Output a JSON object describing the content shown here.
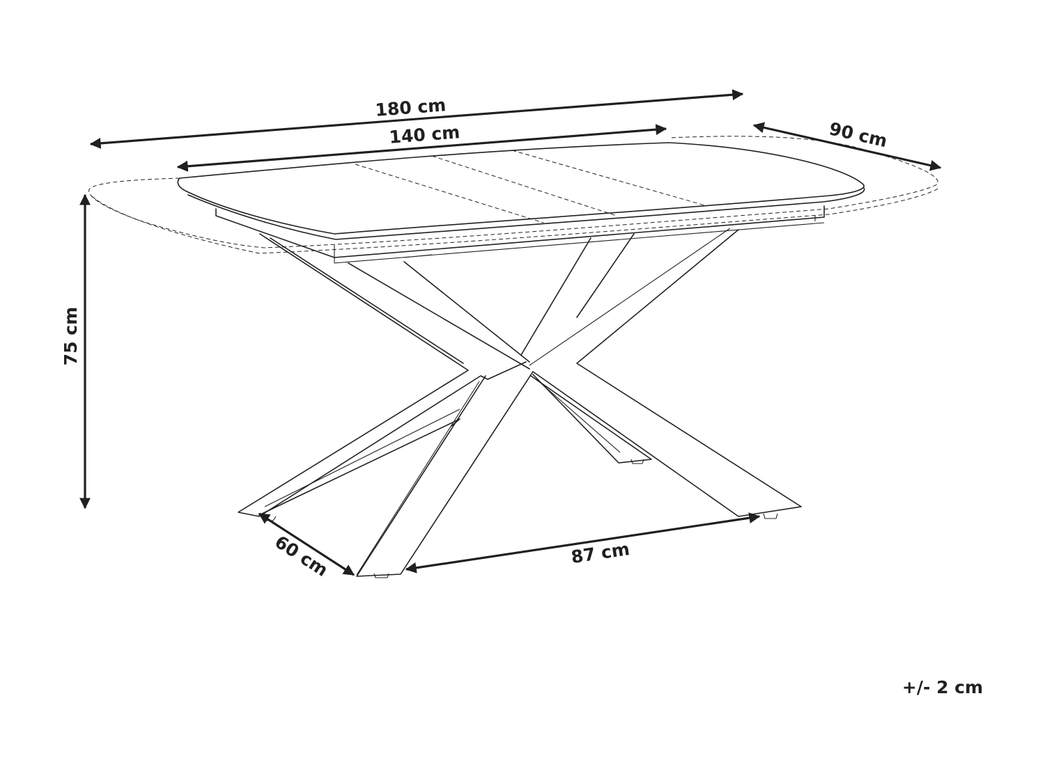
{
  "dimensions": {
    "total_length_label": "180 cm",
    "table_length_label": "140 cm",
    "depth_label": "90 cm",
    "height_label": "75 cm",
    "base_depth_label": "60 cm",
    "base_length_label": "87 cm"
  },
  "tolerance_label": "+/- 2 cm",
  "colors": {
    "line": "#231f20",
    "background": "#ffffff"
  }
}
